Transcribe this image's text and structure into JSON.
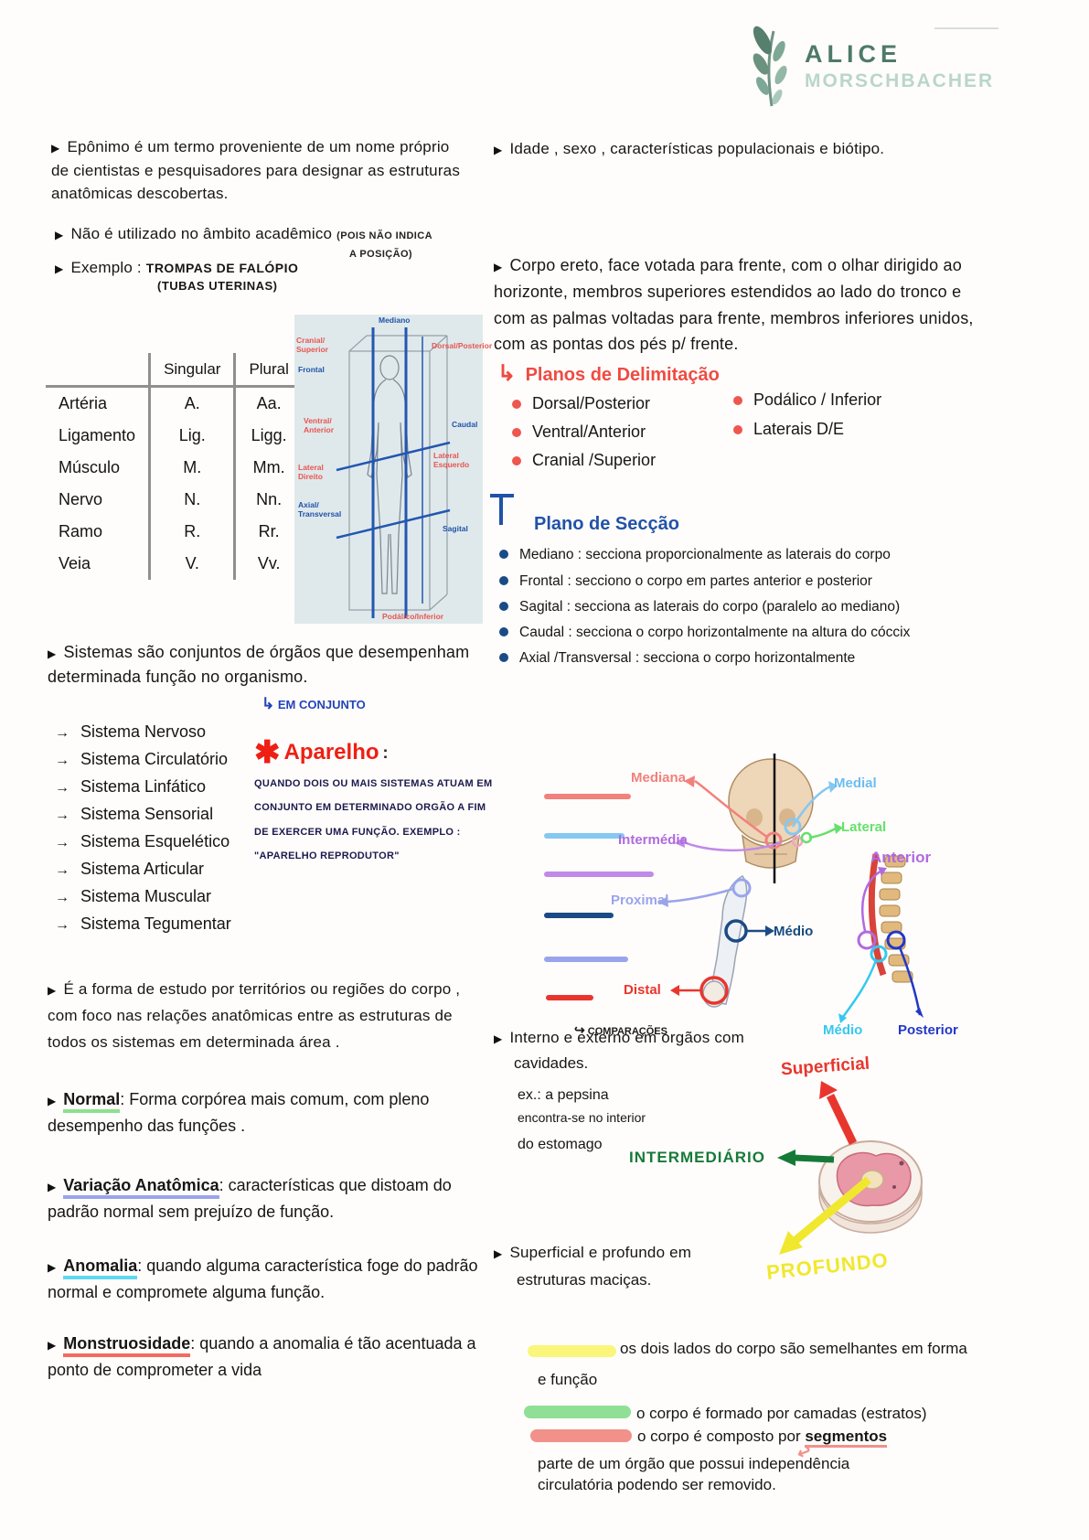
{
  "brand": {
    "line1": "ALICE",
    "line2": "MORSCHBACHER"
  },
  "icons": {
    "bullet_triangle": "▶",
    "arrow_right": "→",
    "arrow_hook": "↳",
    "arrow_curve": "↪",
    "arrow_return": "↩",
    "asterisk": "✱"
  },
  "colors": {
    "vermelho": "#e8362e",
    "salmao": "#f1817c",
    "azul": "#2152a8",
    "azul_claro": "#6cbdf2",
    "azul_marinho": "#164a80",
    "roxo": "#b06ae0",
    "lilas": "#9aa4ec",
    "verde": "#157a38",
    "ciano": "#35c8f0",
    "marca_amarela": "#f9f67b",
    "marca_verde": "#8fdf95",
    "marca_vermelha": "#f2908a",
    "sub_normal": "#8ee08e",
    "sub_variacao": "#9aa4ec",
    "sub_anomalia": "#5fd8f2",
    "sub_monstruosidade": "#f26a60"
  },
  "left": {
    "eponimo": "Epônimo é um termo proveniente de um nome próprio de cientistas e pesquisadores para designar as estruturas anatômicas descobertas.",
    "nao_academico": "Não é utilizado no âmbito acadêmico",
    "nao_academico_nota1": "(POIS NÃO INDICA",
    "nao_academico_nota2": "A POSIÇÃO)",
    "exemplo_label": "Exemplo :",
    "exemplo_valor": "TROMPAS DE FALÓPIO",
    "exemplo_nota": "(TUBAS UTERINAS)",
    "tabela": {
      "headers": [
        "Singular",
        "Plural"
      ],
      "rows": [
        {
          "nome": "Artéria",
          "singular": "A.",
          "plural": "Aa."
        },
        {
          "nome": "Ligamento",
          "singular": "Lig.",
          "plural": "Ligg."
        },
        {
          "nome": "Músculo",
          "singular": "M.",
          "plural": "Mm."
        },
        {
          "nome": "Nervo",
          "singular": "N.",
          "plural": "Nn."
        },
        {
          "nome": "Ramo",
          "singular": "R.",
          "plural": "Rr."
        },
        {
          "nome": "Veia",
          "singular": "V.",
          "plural": "Vv."
        }
      ]
    },
    "figura": {
      "mediano": "Mediano",
      "cranial": "Cranial/\nSuperior",
      "dorsal": "Dorsal/Posterior",
      "frontal": "Frontal",
      "ventral": "Ventral/\nAnterior",
      "caudal": "Caudal",
      "lateral_esquerdo": "Lateral Esquerdo",
      "lateral_direito": "Lateral\nDireito",
      "axial": "Axial/\nTransversal",
      "sagital": "Sagital",
      "podalico": "Podálico/Inferior"
    },
    "sistemas": {
      "intro": "Sistemas são conjuntos de órgãos que desempenham determinada função no organismo.",
      "em_conjunto": "EM CONJUNTO",
      "items": [
        "Sistema Nervoso",
        "Sistema Circulatório",
        "Sistema Linfático",
        "Sistema Sensorial",
        "Sistema Esquelético",
        "Sistema Articular",
        "Sistema Muscular",
        "Sistema Tegumentar"
      ]
    },
    "aparelho": {
      "titulo": "Aparelho",
      "sep": ":",
      "texto": "QUANDO DOIS OU MAIS SISTEMAS ATUAM EM CONJUNTO EM DETERMINADO ORGÃO A FIM DE EXERCER UMA FUNÇÃO. EXEMPLO : \"APARELHO REPRODUTOR\""
    },
    "forma_estudo": "É a forma de estudo por territórios ou regiões do corpo , com foco nas relações anatômicas entre as estruturas de todos os sistemas em determinada área .",
    "definicoes": [
      {
        "termo": "Normal",
        "texto": ": Forma corpórea mais comum, com pleno desempenho das funções .",
        "cor": "#8ee08e"
      },
      {
        "termo": "Variação Anatômica",
        "texto": ": características que distoam do padrão normal sem prejuízo de função.",
        "cor": "#9aa4ec"
      },
      {
        "termo": "Anomalia",
        "texto": ": quando alguma característica foge do padrão normal e compromete alguma função.",
        "cor": "#5fd8f2"
      },
      {
        "termo": "Monstruosidade",
        "texto": ": quando a anomalia é tão acentuada a ponto de comprometer a vida",
        "cor": "#f26a60"
      }
    ]
  },
  "right": {
    "idade": "Idade , sexo , características populacionais e biótipo.",
    "corpo_ereto": "Corpo ereto, face votada para frente, com o olhar dirigido ao horizonte, membros superiores estendidos ao lado do tronco e com as palmas voltadas para frente, membros inferiores unidos, com as pontas dos pés p/ frente.",
    "planos_delimitacao": {
      "titulo": "Planos de Delimitação",
      "col1": [
        "Dorsal/Posterior",
        "Ventral/Anterior",
        "Cranial /Superior"
      ],
      "col2": [
        "Podálico / Inferior",
        "Laterais D/E"
      ]
    },
    "plano_seccao": {
      "titulo": "Plano de Secção",
      "itens": [
        "Mediano : secciona proporcionalmente as laterais do corpo",
        "Frontal : secciono o corpo em partes anterior e posterior",
        "Sagital : secciona as laterais do corpo (paralelo ao mediano)",
        "Caudal : secciona o corpo horizontalmente na altura do cóccix",
        "Axial /Transversal : secciona o corpo horizontalmente"
      ]
    },
    "direcoes": {
      "mediana": "Mediana",
      "medial": "Medial",
      "intermedia": "Intermédia",
      "lateral": "Lateral",
      "proximal": "Proximal",
      "medio": "Médio",
      "distal": "Distal",
      "anterior": "Anterior",
      "medio_inferior": "Médio",
      "posterior": "Posterior",
      "comparacoes": "COMPARAÇÕES"
    },
    "interno": {
      "linha1": "Interno e externo em orgãos com",
      "linha2": "cavidades.",
      "ex1": "ex.: a pepsina",
      "ex2": "encontra-se no interior",
      "ex3": "do estomago",
      "macicas1": "Superficial e profundo em",
      "macicas2": "estruturas maciças.",
      "superficial": "Superficial",
      "intermediario": "INTERMEDIÁRIO",
      "profundo": "PROFUNDO"
    },
    "destaques": {
      "amarelo1": "os dois lados do corpo são semelhantes em forma",
      "amarelo2": "e função",
      "verde": "o corpo é formado por camadas (estratos)",
      "vermelho_pre": "o corpo é composto por ",
      "vermelho_sub": "segmentos",
      "nota1": "parte de um órgão que possui independência",
      "nota2": "circulatória podendo ser removido."
    }
  }
}
